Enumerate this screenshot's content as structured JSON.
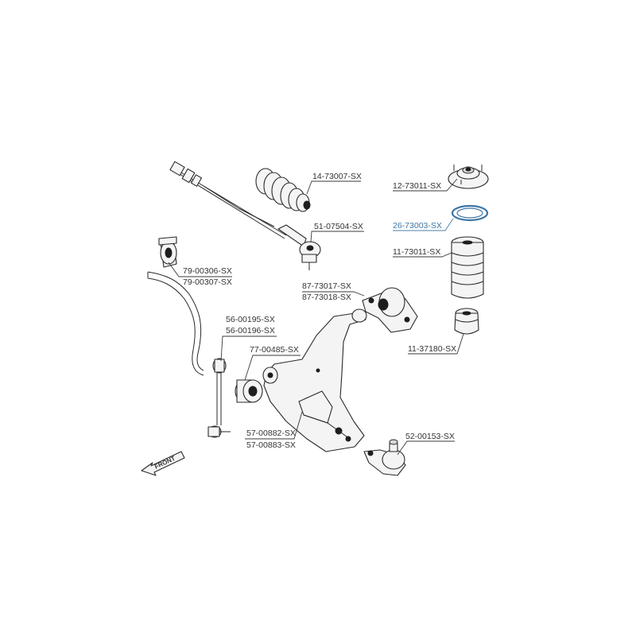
{
  "parts": [
    {
      "id": "p14",
      "numbers": [
        "14-73007-SX"
      ]
    },
    {
      "id": "p12",
      "numbers": [
        "12-73011-SX"
      ]
    },
    {
      "id": "p26",
      "numbers": [
        "26-73003-SX"
      ],
      "highlight": true
    },
    {
      "id": "p51",
      "numbers": [
        "51-07504-SX"
      ]
    },
    {
      "id": "p11",
      "numbers": [
        "11-73011-SX"
      ]
    },
    {
      "id": "p79",
      "numbers": [
        "79-00306-SX",
        "79-00307-SX"
      ]
    },
    {
      "id": "p87",
      "numbers": [
        "87-73017-SX",
        "87-73018-SX"
      ]
    },
    {
      "id": "p56",
      "numbers": [
        "56-00195-SX",
        "56-00196-SX"
      ]
    },
    {
      "id": "p1137",
      "numbers": [
        "11-37180-SX"
      ]
    },
    {
      "id": "p77",
      "numbers": [
        "77-00485-SX"
      ]
    },
    {
      "id": "p57",
      "numbers": [
        "57-00882-SX",
        "57-00883-SX"
      ]
    },
    {
      "id": "p52",
      "numbers": [
        "52-00153-SX"
      ]
    }
  ],
  "direction_label": "FRONT",
  "colors": {
    "line": "#2a2a2a",
    "text": "#333333",
    "highlight": "#3e77a6",
    "ring_fill": "#ffffff"
  }
}
